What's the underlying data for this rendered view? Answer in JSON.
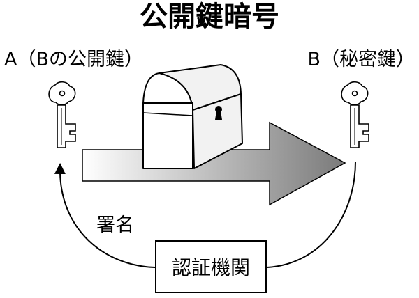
{
  "title": "公開鍵暗号",
  "sender": {
    "label": "A（Bの公開鍵）",
    "key_icon": "key-icon"
  },
  "receiver": {
    "label": "B（秘密鍵）",
    "key_icon": "key-icon"
  },
  "transfer": {
    "icon": "treasure-chest-icon",
    "lock_icon": "keyhole-icon",
    "arrow_gradient": [
      "#ffffff",
      "#7a7a7a"
    ]
  },
  "signature": {
    "label": "署名"
  },
  "authority": {
    "label": "認証機関"
  }
}
